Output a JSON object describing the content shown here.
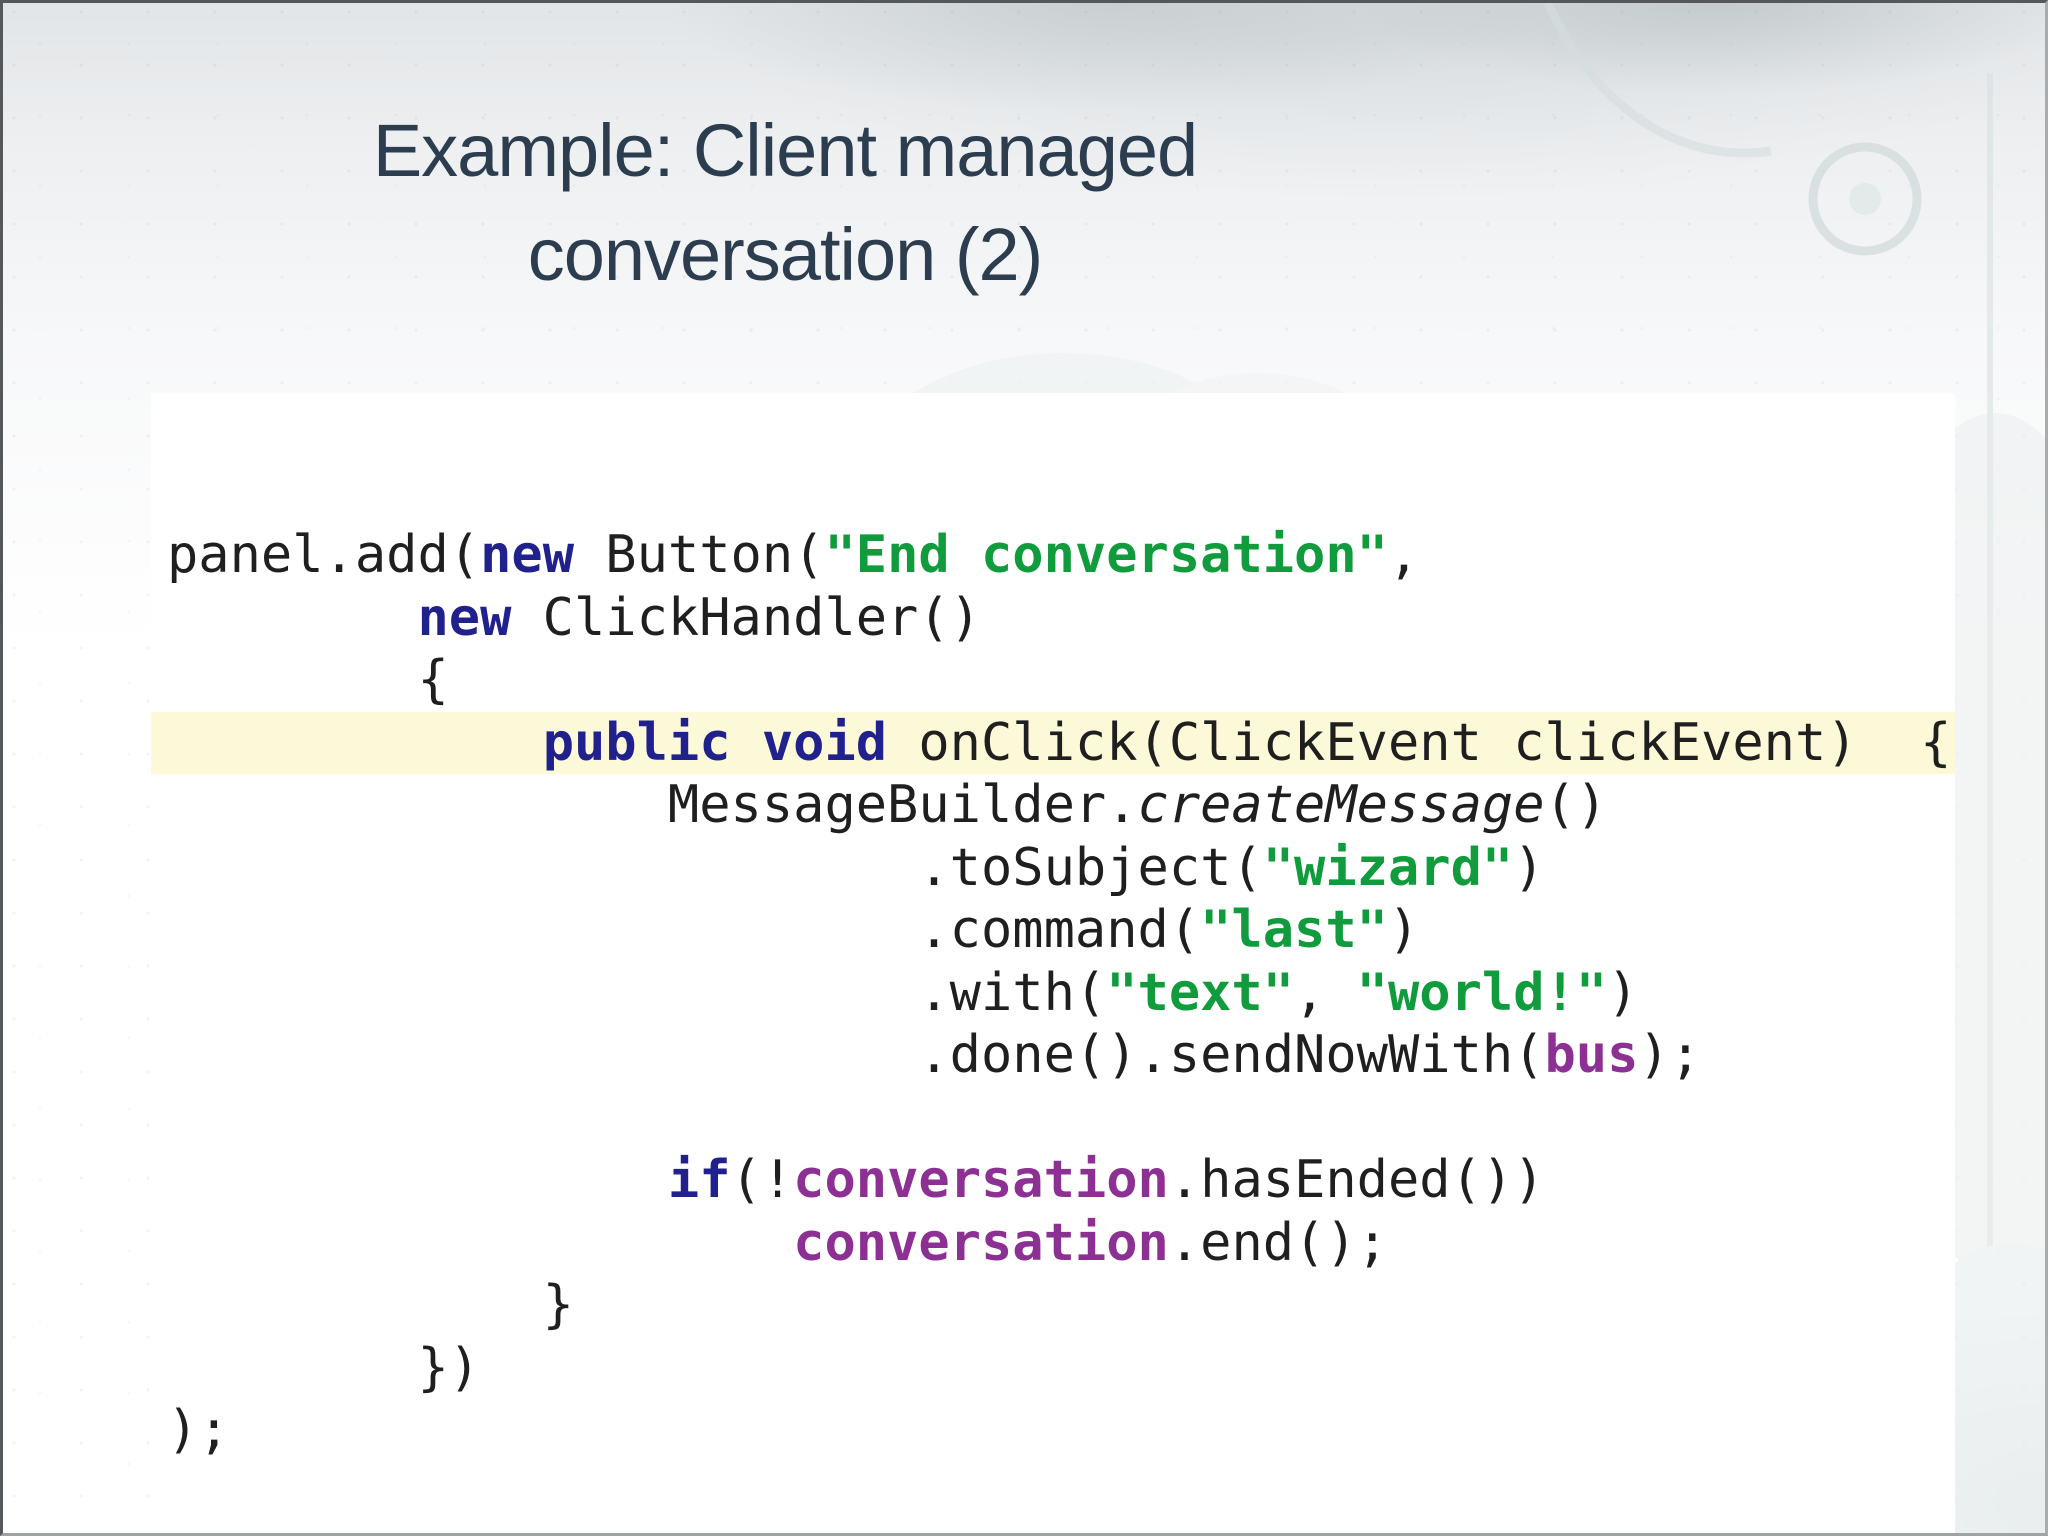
{
  "slide": {
    "title_line1": "Example: Client managed",
    "title_line2": "conversation (2)"
  },
  "colors": {
    "title": "#2b3d4f",
    "code_default": "#1f1f1f",
    "keyword": "#21218e",
    "string": "#109c3c",
    "field": "#8d3094",
    "highlight_bg": "#fbf9d8",
    "panel_bg": "#ffffff"
  },
  "code": {
    "language": "java",
    "highlighted_line_index": 3,
    "lines": [
      [
        [
          "t",
          "panel.add("
        ],
        [
          "k",
          "new"
        ],
        [
          "t",
          " Button("
        ],
        [
          "s",
          "\"End conversation\""
        ],
        [
          "t",
          ","
        ]
      ],
      [
        [
          "t",
          "        "
        ],
        [
          "k",
          "new"
        ],
        [
          "t",
          " ClickHandler()"
        ]
      ],
      [
        [
          "t",
          "        {"
        ]
      ],
      [
        [
          "t",
          "            "
        ],
        [
          "k",
          "public void"
        ],
        [
          "t",
          " onClick(ClickEvent clickEvent)  {"
        ]
      ],
      [
        [
          "t",
          "                MessageBuilder."
        ],
        [
          "i",
          "createMessage"
        ],
        [
          "t",
          "()"
        ]
      ],
      [
        [
          "t",
          "                        .toSubject("
        ],
        [
          "s",
          "\"wizard\""
        ],
        [
          "t",
          ")"
        ]
      ],
      [
        [
          "t",
          "                        .command("
        ],
        [
          "s",
          "\"last\""
        ],
        [
          "t",
          ")"
        ]
      ],
      [
        [
          "t",
          "                        .with("
        ],
        [
          "s",
          "\"text\""
        ],
        [
          "t",
          ", "
        ],
        [
          "s",
          "\"world!\""
        ],
        [
          "t",
          ")"
        ]
      ],
      [
        [
          "t",
          "                        .done().sendNowWith("
        ],
        [
          "f",
          "bus"
        ],
        [
          "t",
          ");"
        ]
      ],
      [],
      [
        [
          "t",
          "                "
        ],
        [
          "k",
          "if"
        ],
        [
          "t",
          "(!"
        ],
        [
          "f",
          "conversation"
        ],
        [
          "t",
          ".hasEnded())"
        ]
      ],
      [
        [
          "t",
          "                    "
        ],
        [
          "f",
          "conversation"
        ],
        [
          "t",
          ".end();"
        ]
      ],
      [
        [
          "t",
          "            }"
        ]
      ],
      [
        [
          "t",
          "        })"
        ]
      ],
      [
        [
          "t",
          ");"
        ]
      ]
    ]
  }
}
